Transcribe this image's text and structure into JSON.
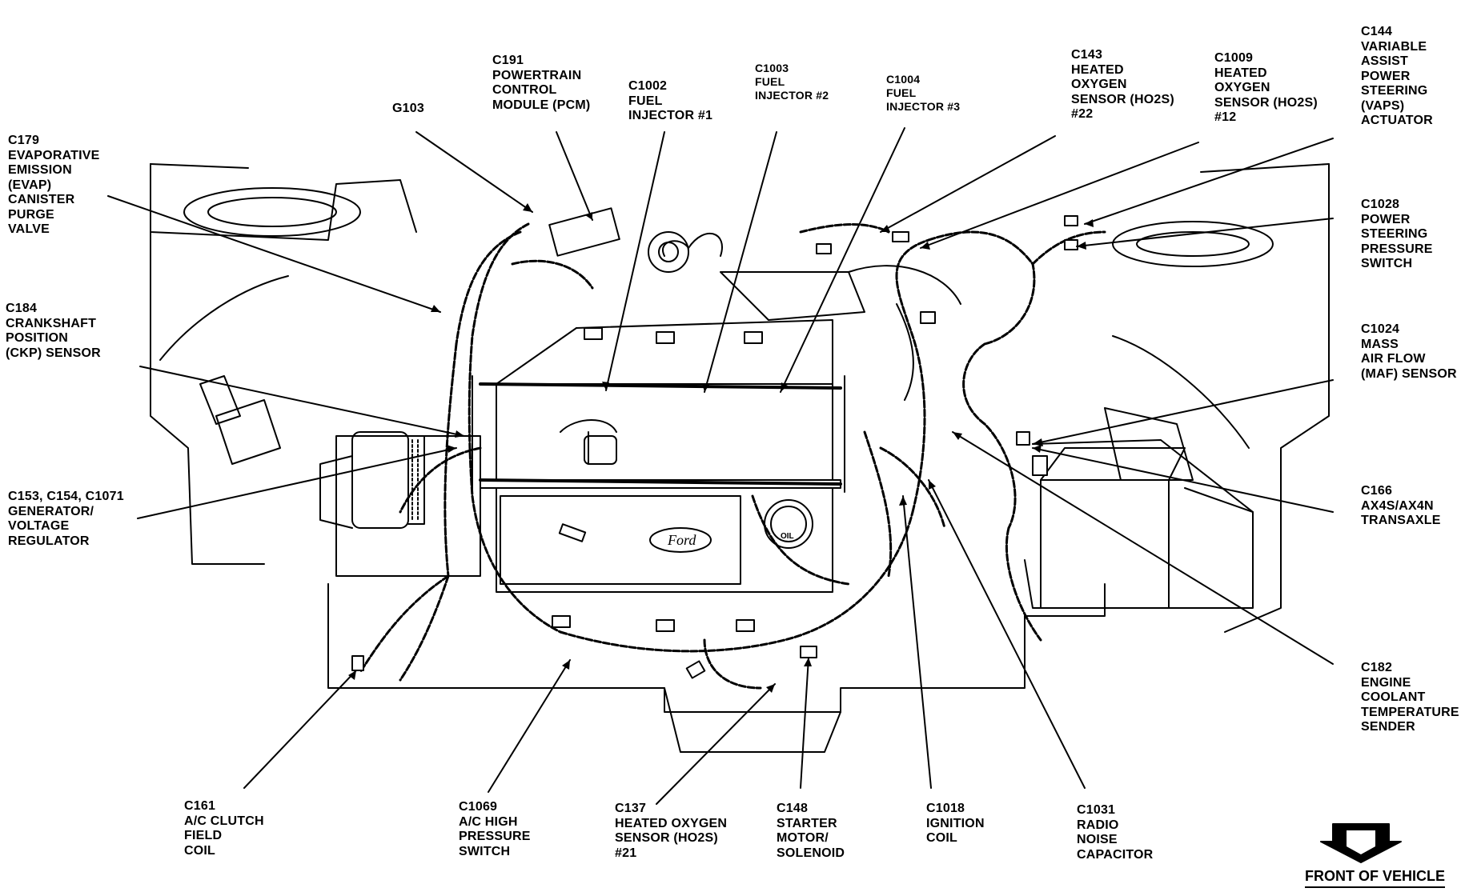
{
  "labels": {
    "g103": "G103",
    "c191": "C191\nPOWERTRAIN\nCONTROL\nMODULE (PCM)",
    "c1002": "C1002\nFUEL\nINJECTOR #1",
    "c1003": "C1003\nFUEL\nINJECTOR #2",
    "c1004": "C1004\nFUEL\nINJECTOR #3",
    "c143": "C143\nHEATED\nOXYGEN\nSENSOR (HO2S)\n#22",
    "c1009": "C1009\nHEATED\nOXYGEN\nSENSOR (HO2S)\n#12",
    "c144": "C144\nVARIABLE\nASSIST\nPOWER\nSTEERING\n(VAPS)\nACTUATOR",
    "c179": "C179\nEVAPORATIVE\nEMISSION\n(EVAP)\nCANISTER\nPURGE\nVALVE",
    "c1028": "C1028\nPOWER\nSTEERING\nPRESSURE\nSWITCH",
    "c184": "C184\nCRANKSHAFT\nPOSITION\n(CKP) SENSOR",
    "c1024": "C1024\nMASS\nAIR FLOW\n(MAF) SENSOR",
    "c153": "C153, C154, C1071\nGENERATOR/\nVOLTAGE\nREGULATOR",
    "c166": "C166\nAX4S/AX4N\nTRANSAXLE",
    "c182": "C182\nENGINE\nCOOLANT\nTEMPERATURE\nSENDER",
    "c161": "C161\nA/C CLUTCH\nFIELD\nCOIL",
    "c1069": "C1069\nA/C HIGH\nPRESSURE\nSWITCH",
    "c137": "C137\nHEATED OXYGEN\nSENSOR (HO2S)\n#21",
    "c148": "C148\nSTARTER\nMOTOR/\nSOLENOID",
    "c1018": "C1018\nIGNITION\nCOIL",
    "c1031": "C1031\nRADIO\nNOISE\nCAPACITOR"
  },
  "front_of_vehicle": "FRONT OF VEHICLE",
  "ford_badge": "Ford",
  "oil_cap": "OIL",
  "colors": {
    "ink": "#000000",
    "paper": "#ffffff"
  }
}
